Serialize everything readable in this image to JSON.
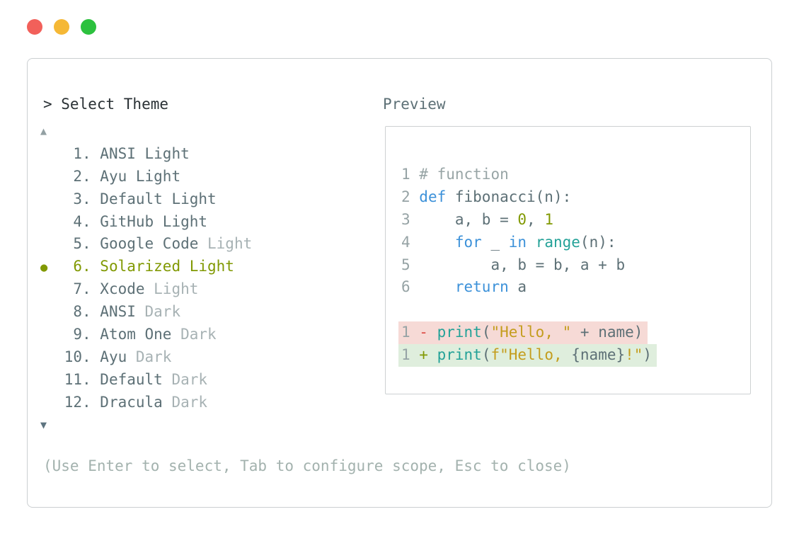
{
  "window": {
    "traffic_lights": [
      {
        "name": "close-button",
        "color": "#f2605a"
      },
      {
        "name": "minimize-button",
        "color": "#f5b836"
      },
      {
        "name": "zoom-button",
        "color": "#2cc13e"
      }
    ]
  },
  "theme_picker": {
    "prompt": "> Select Theme",
    "scroll_up_icon": "▲",
    "scroll_down_icon": "▼",
    "selected_marker": "●",
    "items": [
      {
        "number": "1",
        "name": "ANSI Light",
        "dim": "",
        "selected": false
      },
      {
        "number": "2",
        "name": "Ayu Light",
        "dim": "",
        "selected": false
      },
      {
        "number": "3",
        "name": "Default Light",
        "dim": "",
        "selected": false
      },
      {
        "number": "4",
        "name": "GitHub Light",
        "dim": "",
        "selected": false
      },
      {
        "number": "5",
        "name": "Google Code",
        "dim": " Light",
        "selected": false
      },
      {
        "number": "6",
        "name": "Solarized Light",
        "dim": "",
        "selected": true
      },
      {
        "number": "7",
        "name": "Xcode",
        "dim": " Light",
        "selected": false
      },
      {
        "number": "8",
        "name": "ANSI",
        "dim": " Dark",
        "selected": false
      },
      {
        "number": "9",
        "name": "Atom One",
        "dim": " Dark",
        "selected": false
      },
      {
        "number": "10",
        "name": "Ayu",
        "dim": " Dark",
        "selected": false
      },
      {
        "number": "11",
        "name": "Default",
        "dim": " Dark",
        "selected": false
      },
      {
        "number": "12",
        "name": "Dracula",
        "dim": " Dark",
        "selected": false
      }
    ],
    "footer_hint": "(Use Enter to select, Tab to configure scope, Esc to close)"
  },
  "preview": {
    "title": "Preview",
    "code_lines": [
      {
        "number": "1",
        "diff": null,
        "tokens": [
          {
            "text": "# function",
            "style": "comment"
          }
        ]
      },
      {
        "number": "2",
        "diff": null,
        "tokens": [
          {
            "text": "def",
            "style": "keyword"
          },
          {
            "text": " fibonacci(n):",
            "style": "base"
          }
        ]
      },
      {
        "number": "3",
        "diff": null,
        "tokens": [
          {
            "text": "    a, b = ",
            "style": "base"
          },
          {
            "text": "0",
            "style": "number"
          },
          {
            "text": ", ",
            "style": "base"
          },
          {
            "text": "1",
            "style": "number"
          }
        ]
      },
      {
        "number": "4",
        "diff": null,
        "tokens": [
          {
            "text": "    ",
            "style": "base"
          },
          {
            "text": "for",
            "style": "keyword"
          },
          {
            "text": " _ ",
            "style": "base"
          },
          {
            "text": "in",
            "style": "keyword"
          },
          {
            "text": " ",
            "style": "base"
          },
          {
            "text": "range",
            "style": "builtin"
          },
          {
            "text": "(n):",
            "style": "base"
          }
        ]
      },
      {
        "number": "5",
        "diff": null,
        "tokens": [
          {
            "text": "        a, b = b, a + b",
            "style": "base"
          }
        ]
      },
      {
        "number": "6",
        "diff": null,
        "tokens": [
          {
            "text": "    ",
            "style": "base"
          },
          {
            "text": "return",
            "style": "keyword"
          },
          {
            "text": " a",
            "style": "base"
          }
        ]
      },
      {
        "blank": true
      },
      {
        "number": "1",
        "diff": "removed",
        "tokens": [
          {
            "text": "- ",
            "style": "removed-marker"
          },
          {
            "text": "print",
            "style": "builtin"
          },
          {
            "text": "(",
            "style": "base"
          },
          {
            "text": "\"Hello, \"",
            "style": "string"
          },
          {
            "text": " + name)",
            "style": "base"
          }
        ]
      },
      {
        "number": "1",
        "diff": "added",
        "tokens": [
          {
            "text": "+ ",
            "style": "added-marker"
          },
          {
            "text": "print",
            "style": "builtin"
          },
          {
            "text": "(",
            "style": "base"
          },
          {
            "text": "f\"Hello, ",
            "style": "string"
          },
          {
            "text": "{name}",
            "style": "base"
          },
          {
            "text": "!\"",
            "style": "string"
          },
          {
            "text": ")",
            "style": "base"
          }
        ]
      }
    ]
  },
  "colors": {
    "ink": "#2a3135",
    "slate": "#5d7076",
    "dim": "#a7b2b4",
    "selected_olive": "#819903",
    "keyword_blue": "#3c91d9",
    "builtin_teal": "#24a298",
    "string_gold": "#c49d1d",
    "diff_removed_marker": "#dd4d45",
    "diff_removed_bg": "#f6dad6",
    "diff_added_bg": "#dfeedd",
    "footer_gray": "#a3b2ae"
  }
}
